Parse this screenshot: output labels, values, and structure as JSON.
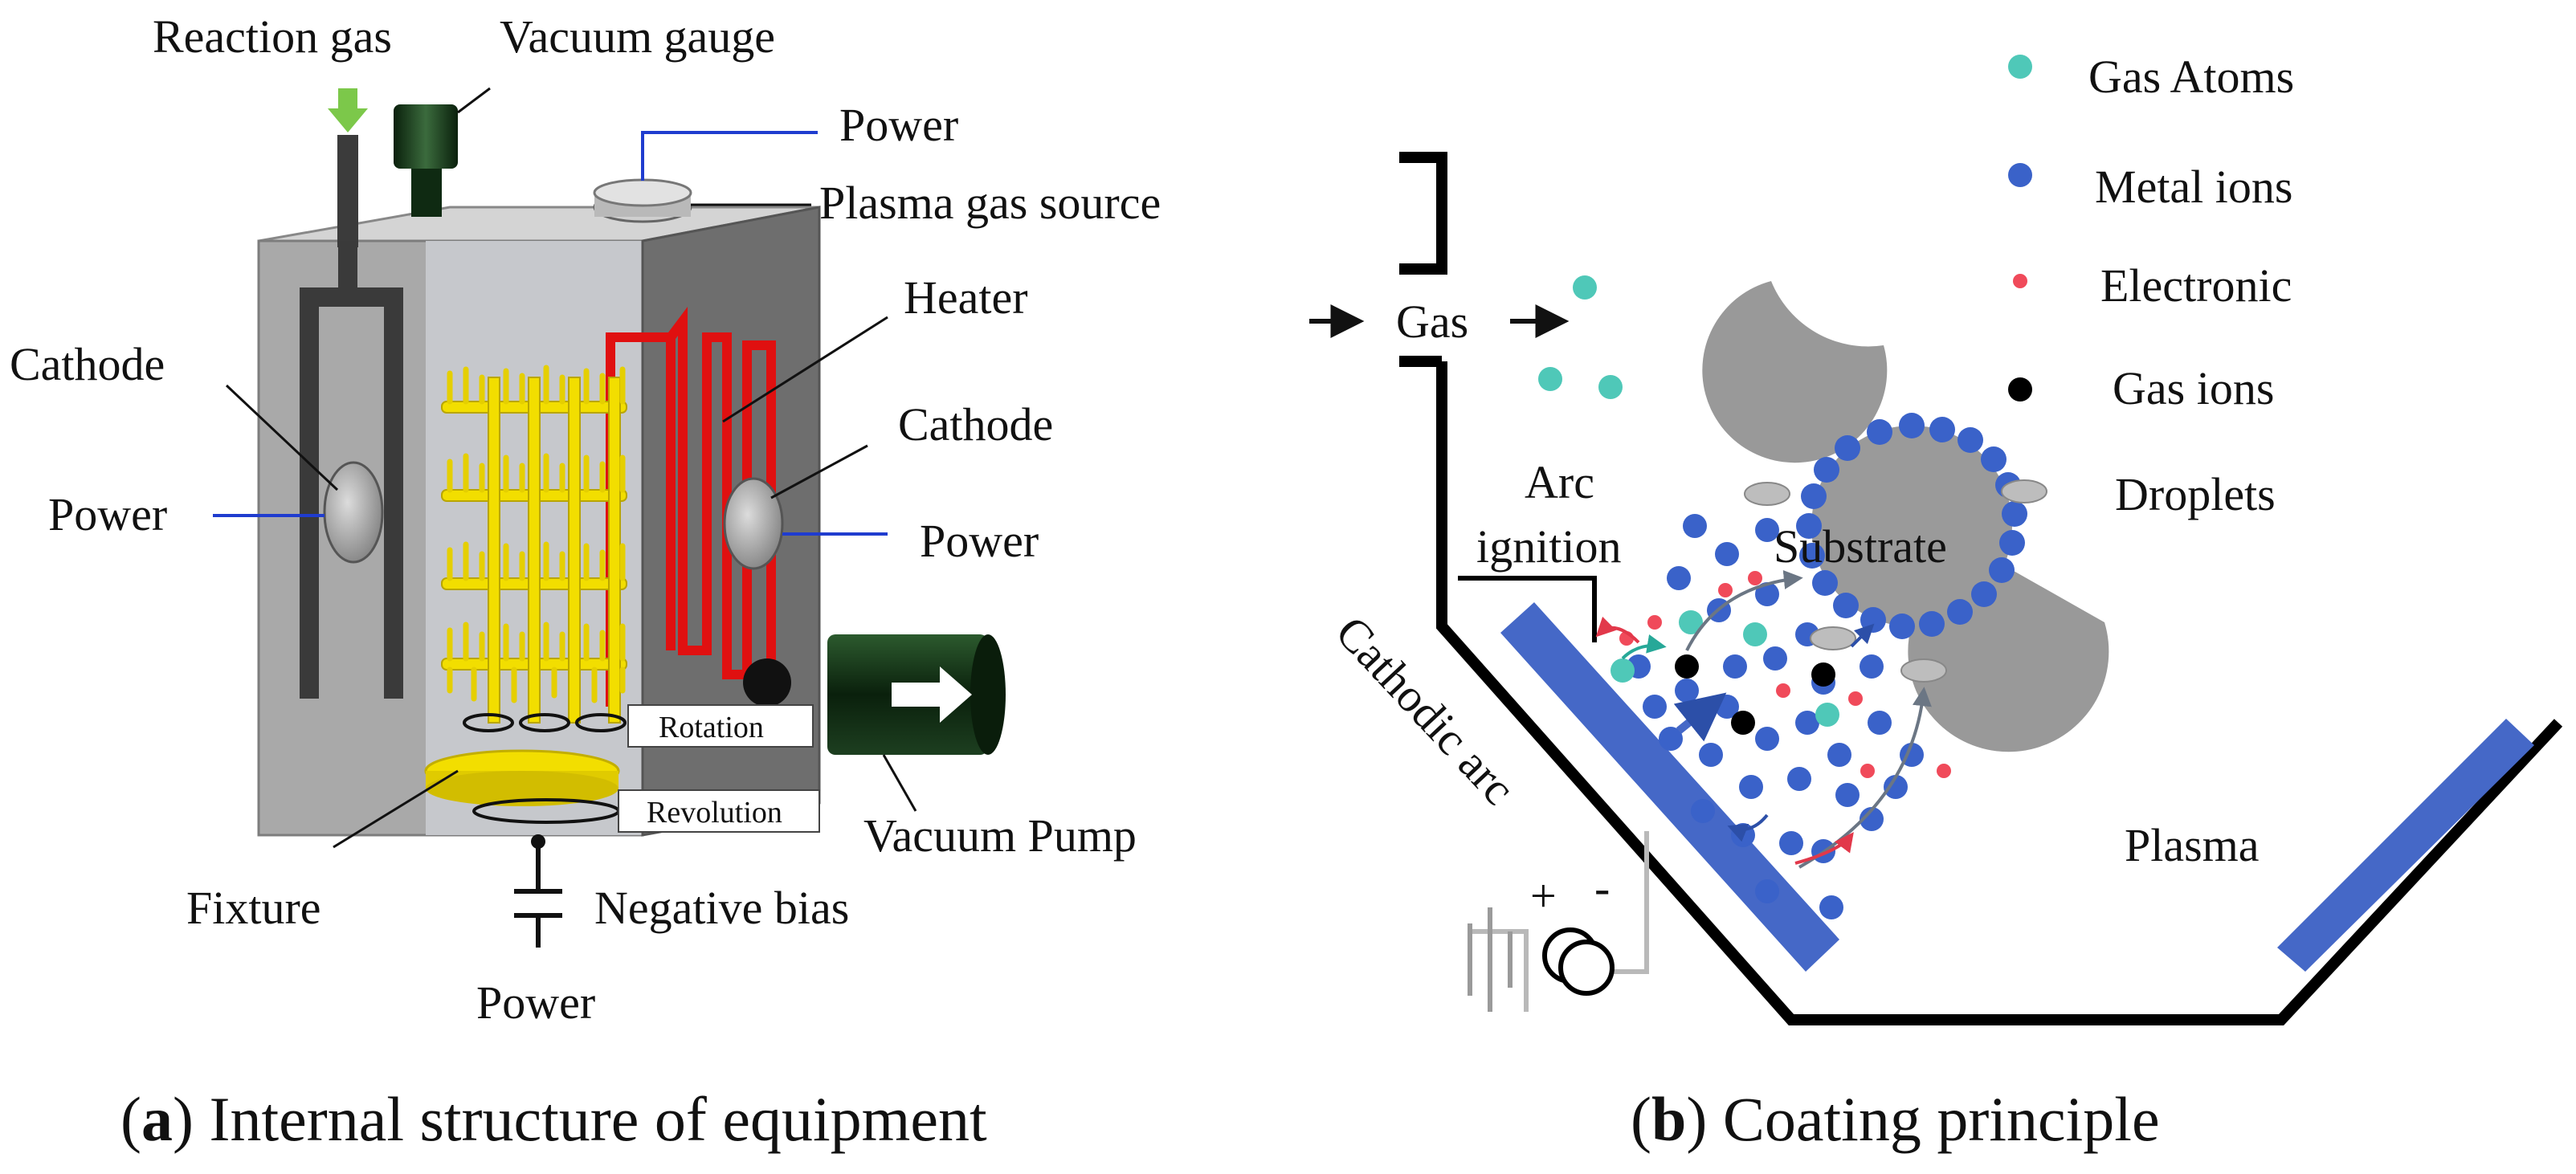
{
  "panel_a": {
    "labels": {
      "reaction_gas": "Reaction gas",
      "vacuum_gauge": "Vacuum gauge",
      "power_top": "Power",
      "plasma_gas_source": "Plasma gas source",
      "heater": "Heater",
      "cathode_left": "Cathode",
      "cathode_right": "Cathode",
      "power_left": "Power",
      "power_right": "Power",
      "rotation": "Rotation",
      "revolution": "Revolution",
      "vacuum_pump": "Vacuum Pump",
      "fixture": "Fixture",
      "negative_bias": "Negative bias",
      "power_bottom": "Power"
    },
    "caption_letter": "a",
    "caption_text": "Internal structure of equipment"
  },
  "panel_b": {
    "labels": {
      "gas": "Gas",
      "arc_ignition_line1": "Arc",
      "arc_ignition_line2": "ignition",
      "substrate": "Substrate",
      "cathodic_arc": "Cathodic arc",
      "plasma": "Plasma",
      "plus": "+",
      "minus": "-"
    },
    "legend": [
      {
        "label": "Gas Atoms",
        "color": "#4fc8b8"
      },
      {
        "label": "Metal ions",
        "color": "#3a62c9"
      },
      {
        "label": "Electronic",
        "color": "#f04a5a"
      },
      {
        "label": "Gas ions",
        "color": "#000000"
      },
      {
        "label": "Droplets",
        "color": "#bdbdbd"
      }
    ],
    "caption_letter": "b",
    "caption_text": "Coating principle"
  },
  "colors": {
    "chamber": "#a7a7a7",
    "heater": "#e01010",
    "fixture": "#f2de00",
    "cathode_plate": "#4568c7",
    "pump": "#0f2a12"
  }
}
